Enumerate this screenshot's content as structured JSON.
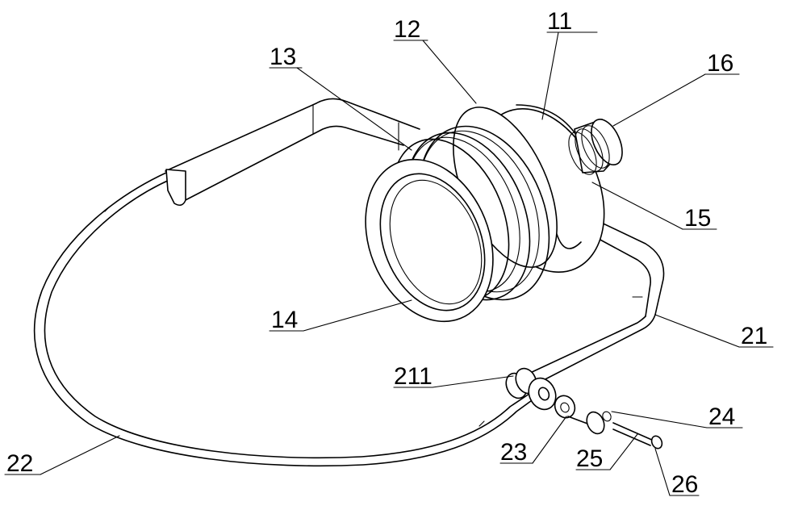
{
  "labels": {
    "l11": "11",
    "l12": "12",
    "l13": "13",
    "l14": "14",
    "l15": "15",
    "l16": "16",
    "l21": "21",
    "l211": "211",
    "l22": "22",
    "l23": "23",
    "l24": "24",
    "l25": "25",
    "l26": "26"
  }
}
